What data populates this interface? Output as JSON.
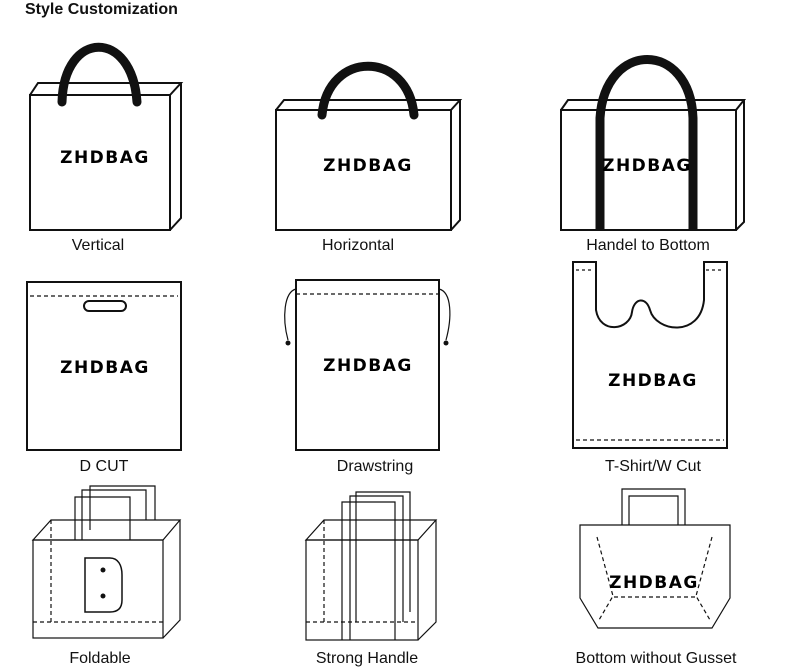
{
  "header": {
    "title": "Style Customization"
  },
  "brand": "ZHDBAG",
  "styles": [
    {
      "label": "Vertical"
    },
    {
      "label": "Horizontal"
    },
    {
      "label": "Handel to Bottom"
    },
    {
      "label": "D CUT"
    },
    {
      "label": "Drawstring"
    },
    {
      "label": "T-Shirt/W Cut"
    },
    {
      "label": "Foldable"
    },
    {
      "label": "Strong Handle"
    },
    {
      "label": "Bottom without Gusset"
    }
  ]
}
